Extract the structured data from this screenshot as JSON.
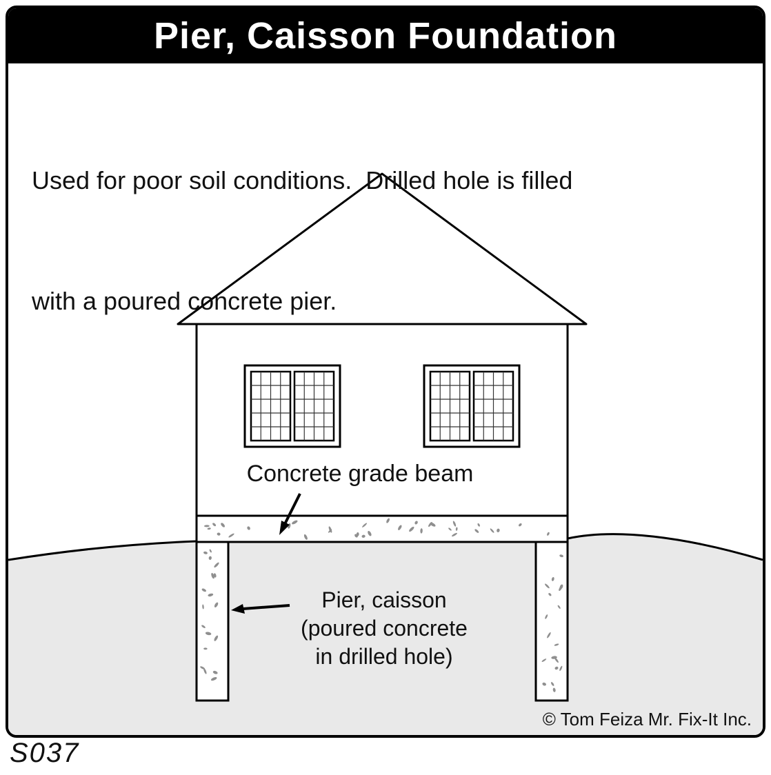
{
  "title": "Pier, Caisson Foundation",
  "description": {
    "line1": "Used for poor soil conditions.  Drilled hole is filled",
    "line2": "with a poured concrete pier."
  },
  "labels": {
    "grade_beam": "Concrete grade beam",
    "pier_line1": "Pier, caisson",
    "pier_line2": "(poured concrete",
    "pier_line3": "in drilled hole)",
    "copyright": "© Tom Feiza Mr. Fix-It Inc.",
    "figure_id": "S037"
  },
  "colors": {
    "frame_border": "#000000",
    "title_bg": "#000000",
    "title_text": "#ffffff",
    "ground_fill": "#e9e9e9",
    "concrete_speckle": "#8f8f8f",
    "line": "#000000"
  }
}
